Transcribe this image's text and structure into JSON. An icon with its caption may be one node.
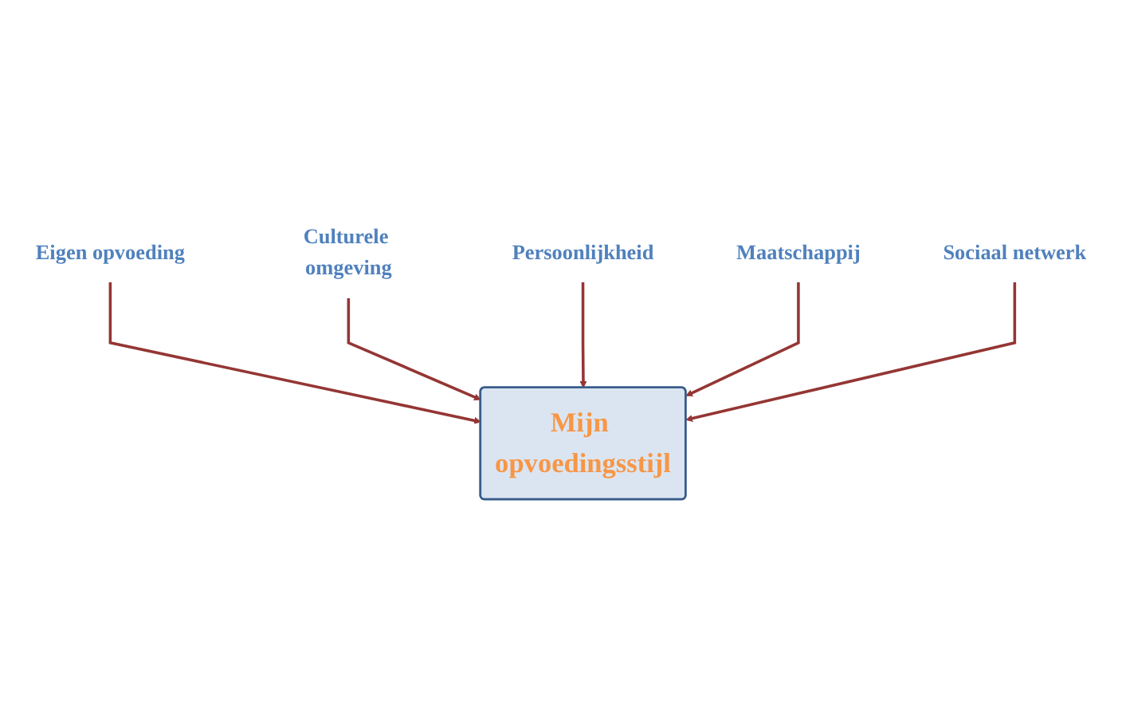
{
  "diagram": {
    "nodes": [
      {
        "text": [
          "Eigen opvoeding"
        ]
      },
      {
        "text": [
          "Culturele omgeving"
        ]
      },
      {
        "text": [
          "Persoonlijkheid"
        ]
      },
      {
        "text": [
          "Mijn opvoedingsstijl"
        ]
      },
      {
        "text": [
          "Maatschappij"
        ]
      },
      {
        "text": [
          "Sociaal netwerk"
        ]
      }
    ],
    "edges": [
      {
        "from": 0,
        "to": 3,
        "arrow": "to"
      },
      {
        "from": 1,
        "to": 3,
        "arrow": "to"
      },
      {
        "from": 2,
        "to": 3,
        "arrow": "to"
      },
      {
        "from": 4,
        "to": 3,
        "arrow": "to"
      },
      {
        "from": 5,
        "to": 3,
        "arrow": "to"
      }
    ]
  }
}
